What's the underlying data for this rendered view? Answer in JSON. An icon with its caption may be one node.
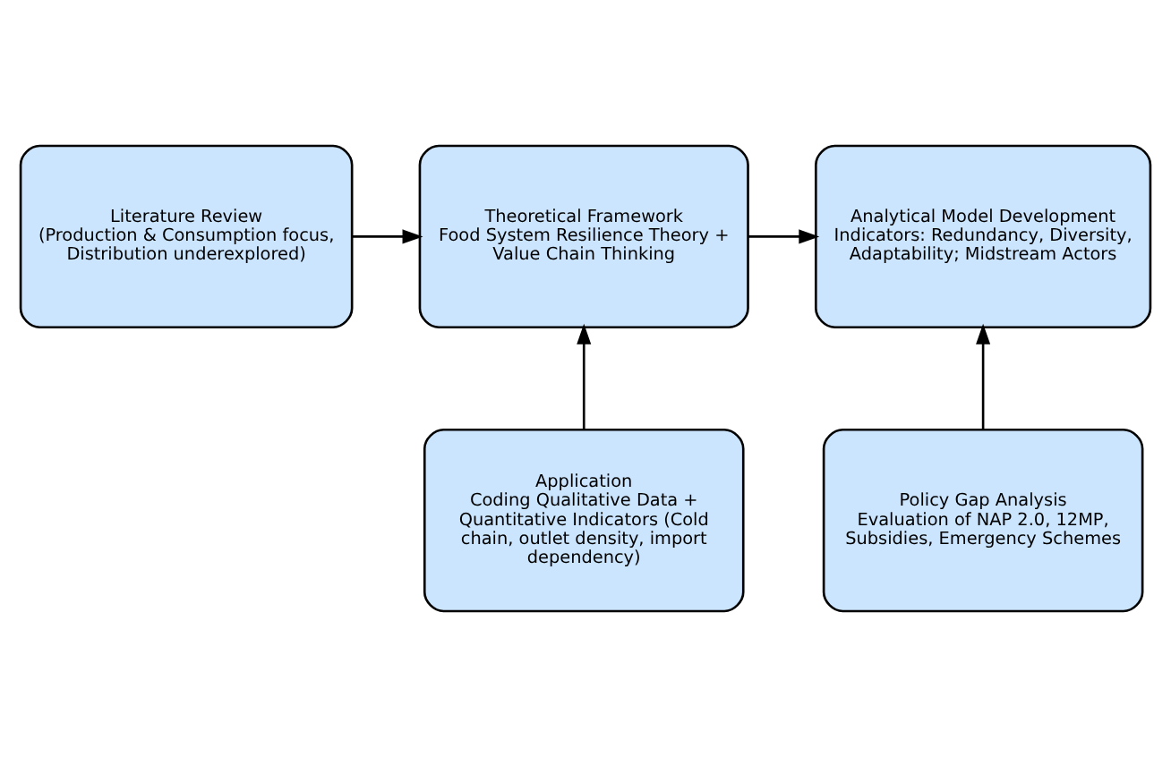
{
  "diagram": {
    "nodes": [
      {
        "text": [
          "Literature Review",
          "(Production & Consumption focus, Distribution underexplored)"
        ]
      },
      {
        "text": [
          "Theoretical Framework",
          "Food System Resilience Theory + Value Chain Thinking"
        ]
      },
      {
        "text": [
          "Analytical Model Development",
          "Indicators: Redundancy, Diversity, Adaptability; Midstream Actors"
        ]
      },
      {
        "text": [
          "Application",
          "Coding Qualitative Data + Quantitative Indicators (Cold chain, outlet density, import dependency)"
        ]
      },
      {
        "text": [
          "Policy Gap Analysis",
          "Evaluation of NAP 2.0, 12MP, Subsidies, Emergency Schemes"
        ]
      }
    ],
    "edges": [
      {
        "from": 0,
        "to": 1,
        "arrow": "to"
      },
      {
        "from": 1,
        "to": 2,
        "arrow": "to"
      },
      {
        "from": 3,
        "to": 1,
        "arrow": "to"
      },
      {
        "from": 4,
        "to": 2,
        "arrow": "to"
      }
    ]
  }
}
